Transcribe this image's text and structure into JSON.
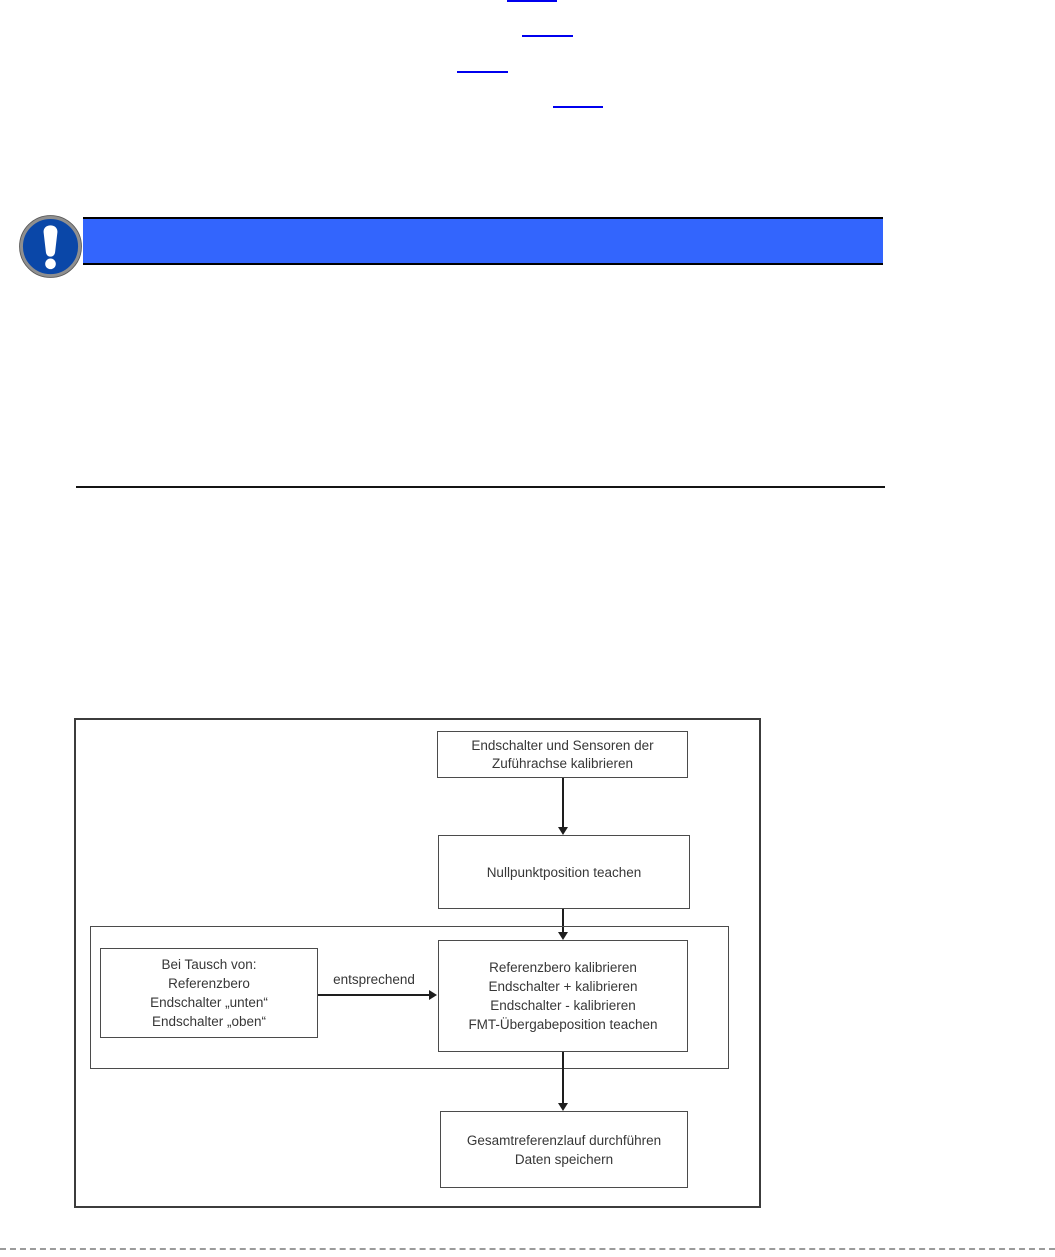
{
  "document": {
    "kind": "manual-page",
    "reference_links": {
      "count": 4,
      "color": "#0000ee"
    },
    "notice": {
      "icon": "mandatory-exclamation-icon",
      "banner_color": "#3365fd",
      "icon_circle_color": "#0a47a8",
      "icon_glyph_color": "#ffffff"
    }
  },
  "flowchart": {
    "type": "flowchart",
    "border_color": "#4b4b4b",
    "text_color": "#373737",
    "nodes": {
      "endschalter_sensoren": {
        "lines": [
          "Endschalter und Sensoren der",
          "Zuführachse kalibrieren"
        ]
      },
      "nullpunkt": {
        "lines": [
          "Nullpunktposition teachen"
        ]
      },
      "bei_tausch": {
        "lines": [
          "Bei Tausch von:",
          "Referenzbero",
          "Endschalter „unten“",
          "Endschalter „oben“"
        ]
      },
      "kalibrieren_gruppe": {
        "lines": [
          "Referenzbero kalibrieren",
          "Endschalter + kalibrieren",
          "Endschalter - kalibrieren",
          "FMT-Übergabeposition teachen"
        ]
      },
      "gesamtreferenzlauf": {
        "lines": [
          "Gesamtreferenzlauf durchführen",
          "Daten speichern"
        ]
      }
    },
    "edges": [
      {
        "from": "endschalter_sensoren",
        "to": "nullpunkt",
        "label": ""
      },
      {
        "from": "nullpunkt",
        "to": "kalibrieren_gruppe",
        "label": ""
      },
      {
        "from": "bei_tausch",
        "to": "kalibrieren_gruppe",
        "label": "entsprechend"
      },
      {
        "from": "kalibrieren_gruppe",
        "to": "gesamtreferenzlauf",
        "label": ""
      }
    ]
  }
}
